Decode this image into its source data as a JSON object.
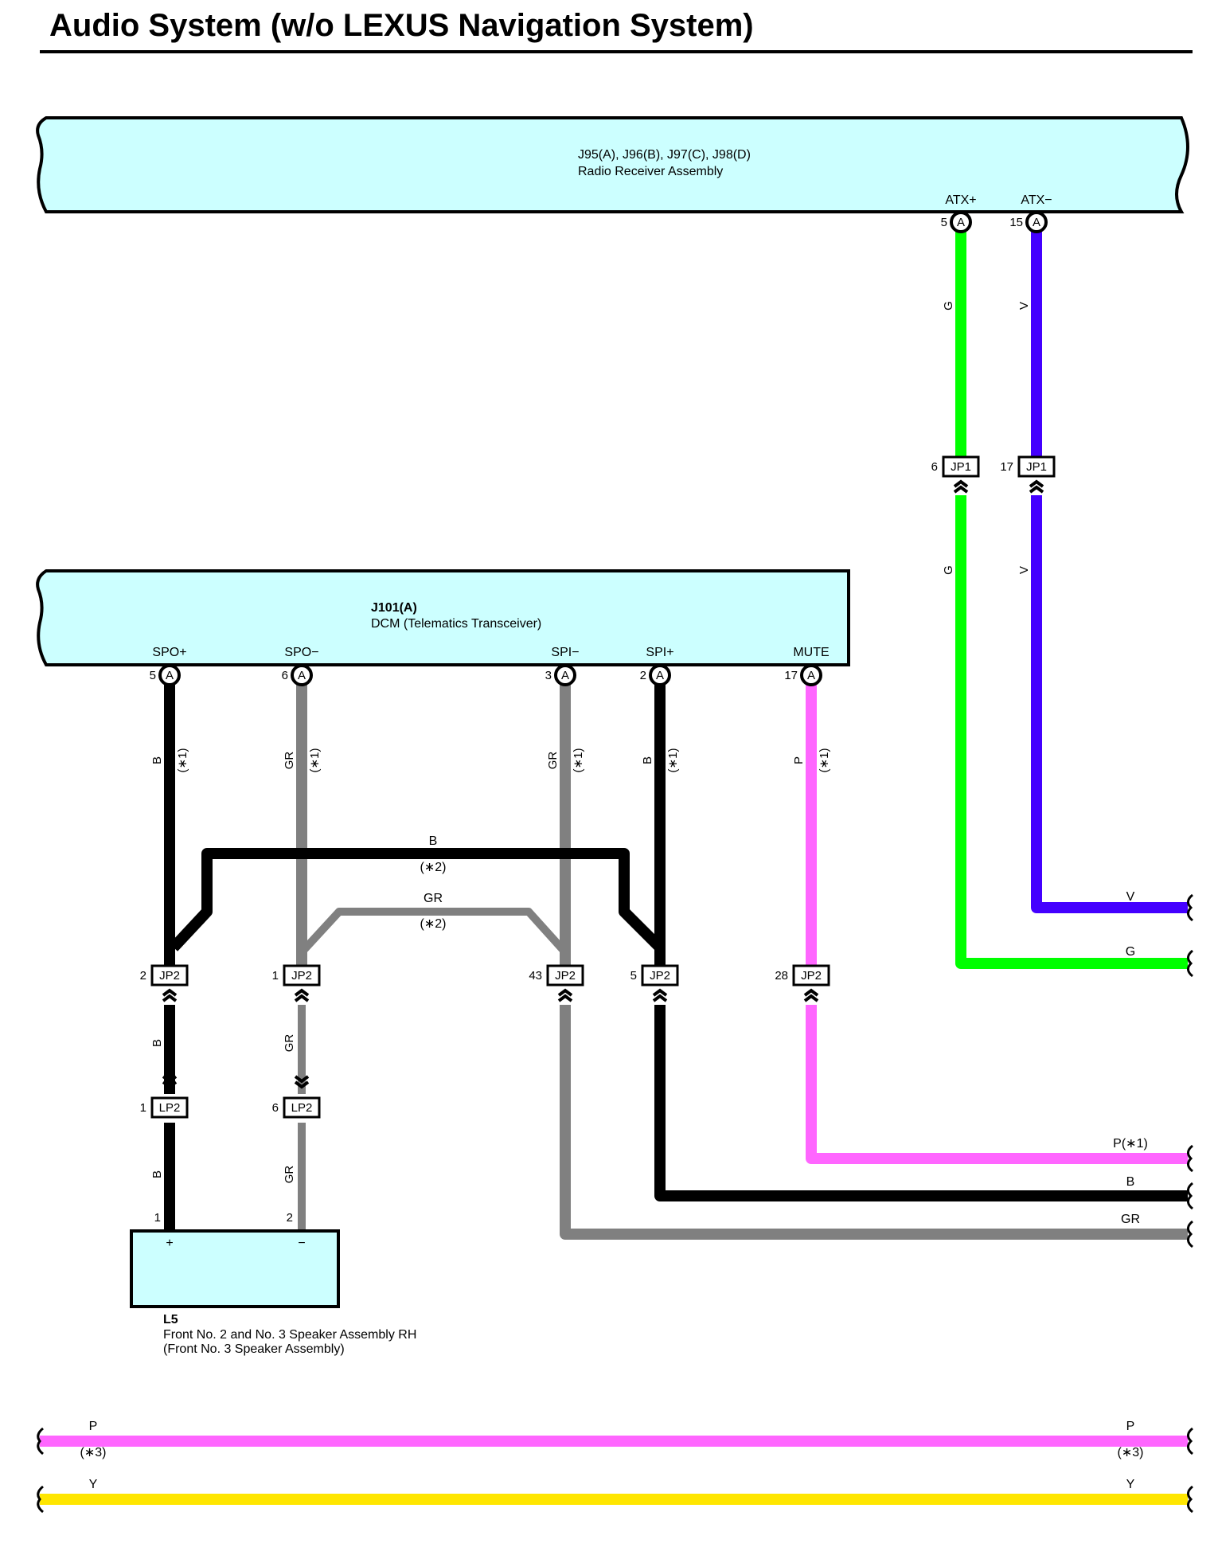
{
  "title": "Audio System (w/o LEXUS Navigation System)",
  "colors": {
    "G": "#00ff00",
    "V": "#4400ff",
    "B": "#000000",
    "GR": "#808080",
    "P": "#ff66ff",
    "Y": "#ffe600",
    "component_fill": "#ccffff"
  },
  "radio": {
    "id": "J95(A), J96(B), J97(C), J98(D)",
    "name": "Radio Receiver Assembly",
    "terminals": [
      {
        "label": "ATX+",
        "pin": "5",
        "connector": "A"
      },
      {
        "label": "ATX−",
        "pin": "15",
        "connector": "A"
      }
    ]
  },
  "dcm": {
    "id": "J101(A)",
    "name": "DCM (Telematics Transceiver)",
    "terminals": [
      {
        "label": "SPO+",
        "pin": "5",
        "connector": "A"
      },
      {
        "label": "SPO−",
        "pin": "6",
        "connector": "A"
      },
      {
        "label": "SPI−",
        "pin": "3",
        "connector": "A"
      },
      {
        "label": "SPI+",
        "pin": "2",
        "connector": "A"
      },
      {
        "label": "MUTE",
        "pin": "17",
        "connector": "A"
      }
    ]
  },
  "speaker": {
    "id": "L5",
    "name": "Front No.  2 and No.  3 Speaker Assembly RH",
    "alt_name": "(Front No.  3 Speaker Assembly)",
    "pins": [
      "1",
      "2"
    ],
    "polarity": [
      "+",
      "−"
    ]
  },
  "junctions": {
    "jp1": [
      {
        "pin": "6",
        "name": "JP1"
      },
      {
        "pin": "17",
        "name": "JP1"
      }
    ],
    "jp2": [
      {
        "pin": "2",
        "name": "JP2"
      },
      {
        "pin": "1",
        "name": "JP2"
      },
      {
        "pin": "43",
        "name": "JP2"
      },
      {
        "pin": "5",
        "name": "JP2"
      },
      {
        "pin": "28",
        "name": "JP2"
      }
    ],
    "lp2": [
      {
        "pin": "1",
        "name": "LP2"
      },
      {
        "pin": "6",
        "name": "LP2"
      }
    ]
  },
  "wire_labels": {
    "g": "G",
    "v": "V",
    "b": "B",
    "gr": "GR",
    "p": "P",
    "y": "Y",
    "note1": "(∗1)",
    "note2": "(∗2)",
    "note3": "(∗3)",
    "p_note1": "P(∗1)"
  }
}
